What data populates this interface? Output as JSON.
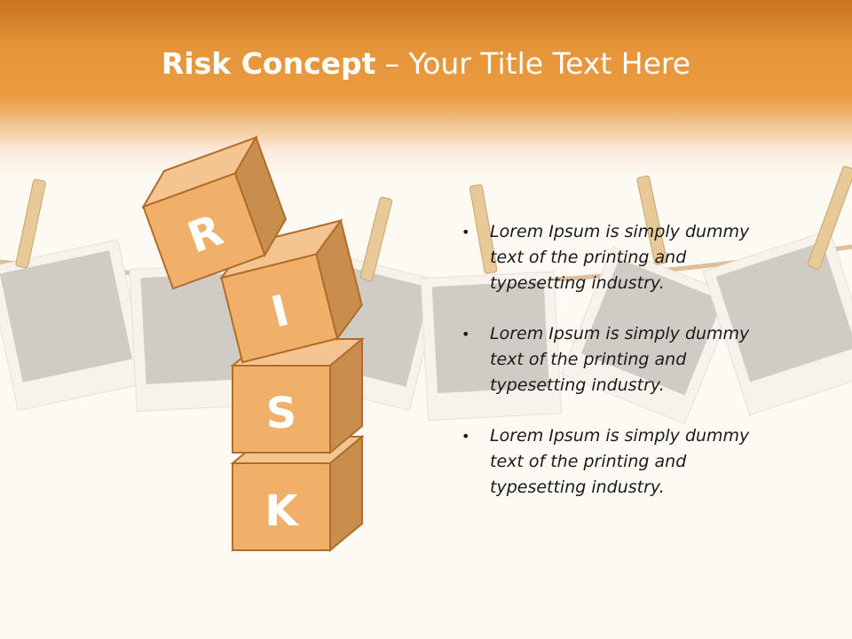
{
  "slide": {
    "title_bold": "Risk Concept",
    "title_rest": "– Your Title Text Here"
  },
  "blocks": {
    "letters": [
      "R",
      "I",
      "S",
      "K"
    ],
    "face_color": "#f0b069",
    "side_color": "#c98e4e",
    "top_color": "#f4c591",
    "edge_color": "#b06d2a"
  },
  "bullets": [
    "Lorem Ipsum is simply dummy text of the printing and typesetting industry.",
    "Lorem Ipsum is simply dummy text of the printing and typesetting industry.",
    "Lorem Ipsum is simply dummy text of the printing and typesetting industry."
  ],
  "colors": {
    "header_orange": "#e6953a",
    "background": "#fdf9f3"
  }
}
